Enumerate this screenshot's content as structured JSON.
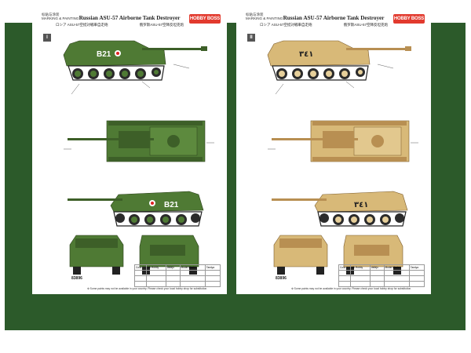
{
  "colors": {
    "background_frame": "#2c5a2a",
    "green_camo": "#4f7a34",
    "green_dark": "#3d5f28",
    "sand_camo": "#d8b978",
    "sand_dark": "#b88f52",
    "logo_red": "#e23a2e"
  },
  "pages": [
    {
      "tag_line1": "标贴与涂装",
      "tag_line2": "MARKING & PAINTING",
      "logo": "HOBBY BOSS",
      "title": "Russian ASU-57 Airborne Tank Destroyer",
      "subtitle_jp": "ロシア ASU-57空挺対戦車自走砲",
      "subtitle_cn": "俄罗斯ASU-57空降反坦克炮",
      "badge": "I",
      "vehicle_number": "B21",
      "model_code": "83896",
      "note": "※ Some paints may not be available in your country. Please check your local hobby shop for substitution.",
      "table": [
        [
          "Color",
          "Mr.Hobby",
          "Vallejo",
          "Model Master",
          "Tamiya"
        ],
        [
          "",
          "",
          "",
          "",
          ""
        ],
        [
          "",
          "",
          "",
          "",
          ""
        ],
        [
          "",
          "",
          "",
          "",
          ""
        ]
      ]
    },
    {
      "tag_line1": "标贴与涂装",
      "tag_line2": "MARKING & PAINTING",
      "logo": "HOBBY BOSS",
      "title": "Russian ASU-57 Airborne Tank Destroyer",
      "subtitle_jp": "ロシア ASU-57空挺対戦車自走砲",
      "subtitle_cn": "俄罗斯ASU-57空降反坦克炮",
      "badge": "II",
      "vehicle_number": "٣٤١",
      "model_code": "83896",
      "note": "※ Some paints may not be available in your country. Please check your local hobby shop for substitution.",
      "table": [
        [
          "Color",
          "Mr.Hobby",
          "Vallejo",
          "Model Master",
          "Tamiya"
        ],
        [
          "",
          "",
          "",
          "",
          ""
        ],
        [
          "",
          "",
          "",
          "",
          ""
        ],
        [
          "",
          "",
          "",
          "",
          ""
        ]
      ]
    }
  ]
}
